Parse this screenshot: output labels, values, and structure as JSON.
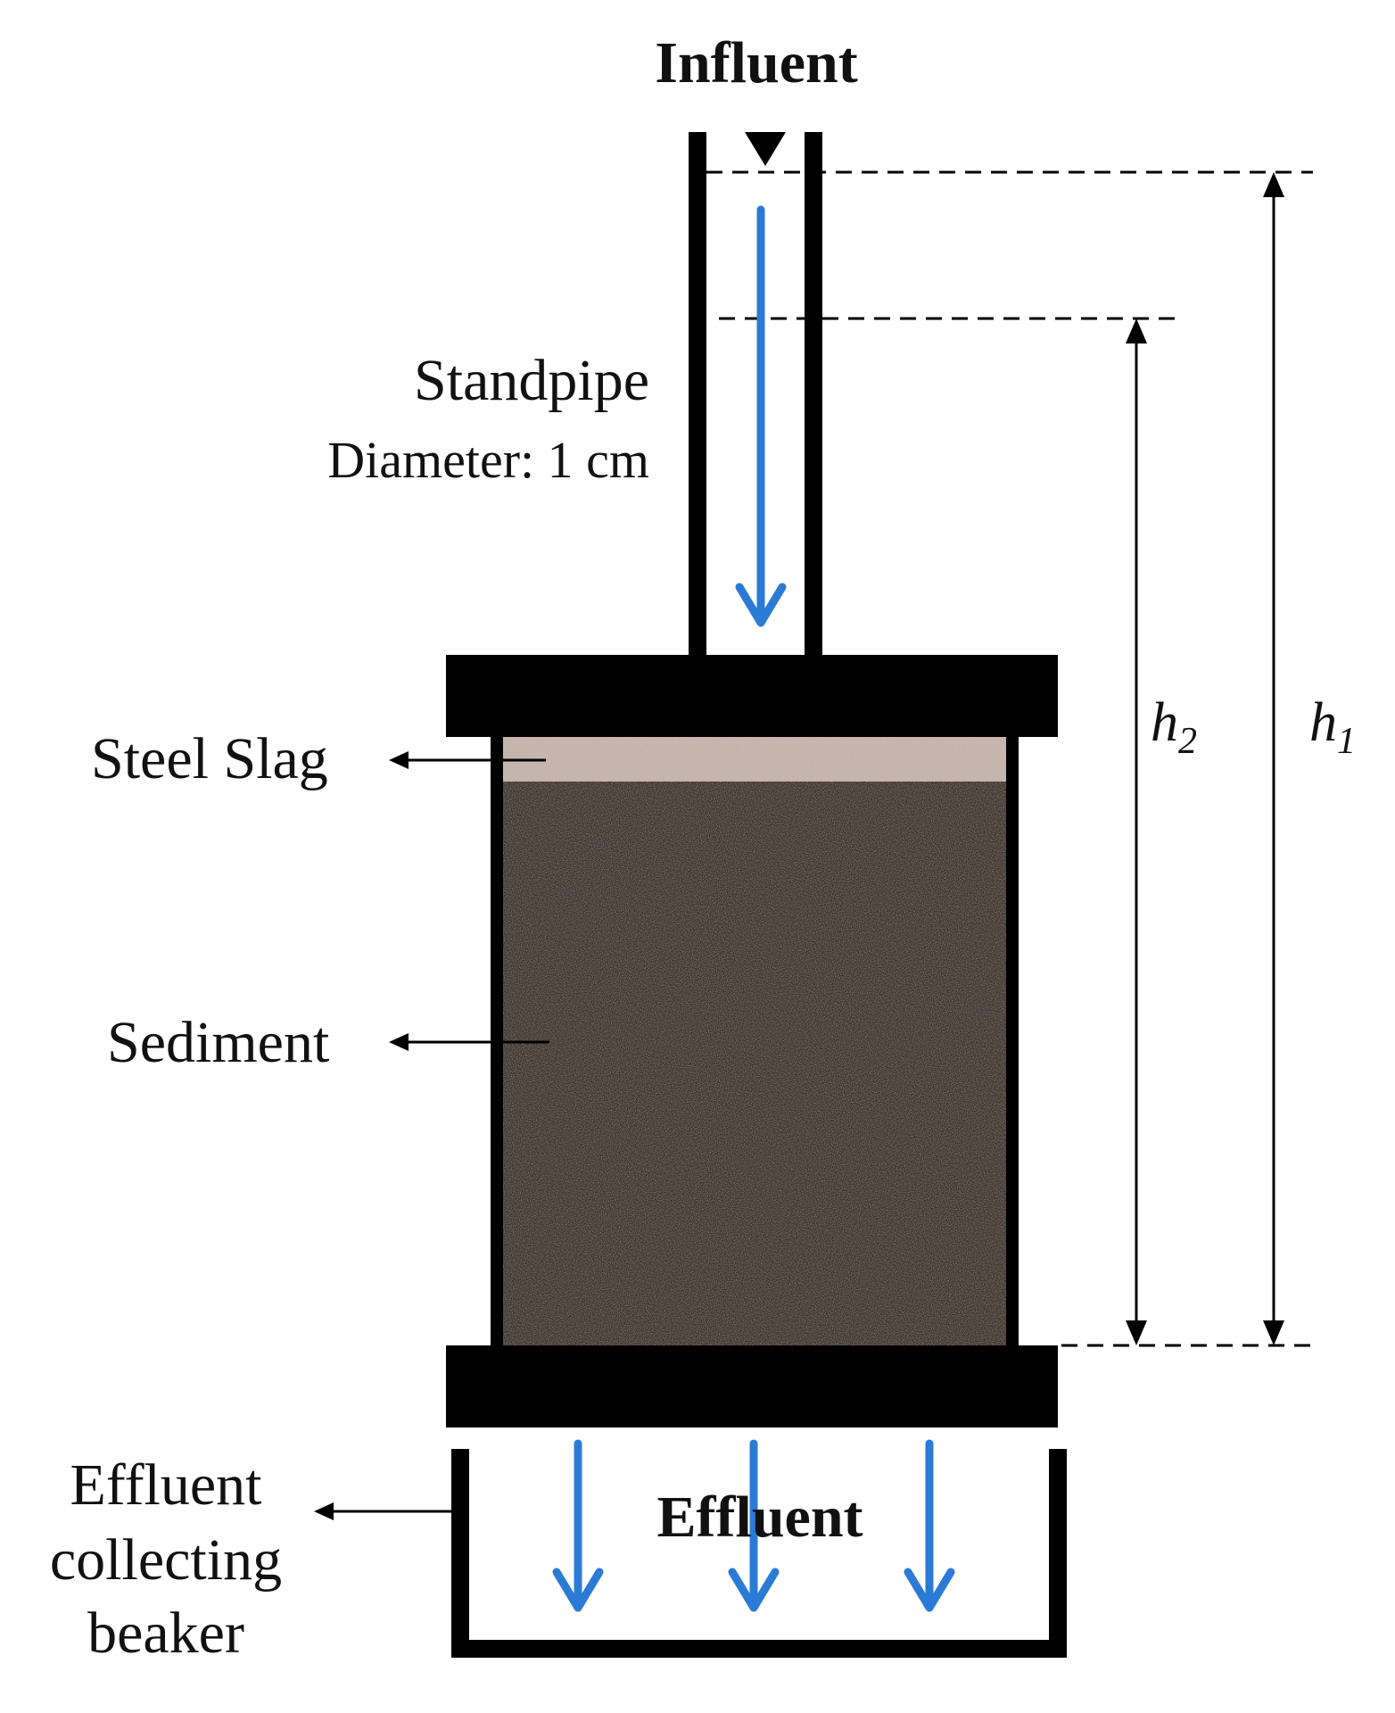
{
  "labels": {
    "influent": "Influent",
    "standpipe": "Standpipe",
    "diameter": "Diameter: 1 cm",
    "steel_slag": "Steel Slag",
    "sediment": "Sediment",
    "effluent": "Effluent",
    "beaker_line1": "Effluent",
    "beaker_line2": "collecting",
    "beaker_line3": "beaker",
    "h1_main": "h",
    "h1_sub": "1",
    "h2_main": "h",
    "h2_sub": "2"
  },
  "colors": {
    "flow_arrow": "#2b7bd6",
    "apparatus": "#000000",
    "sediment": "#3a312b",
    "steel_slag": "#c9b8ae"
  }
}
